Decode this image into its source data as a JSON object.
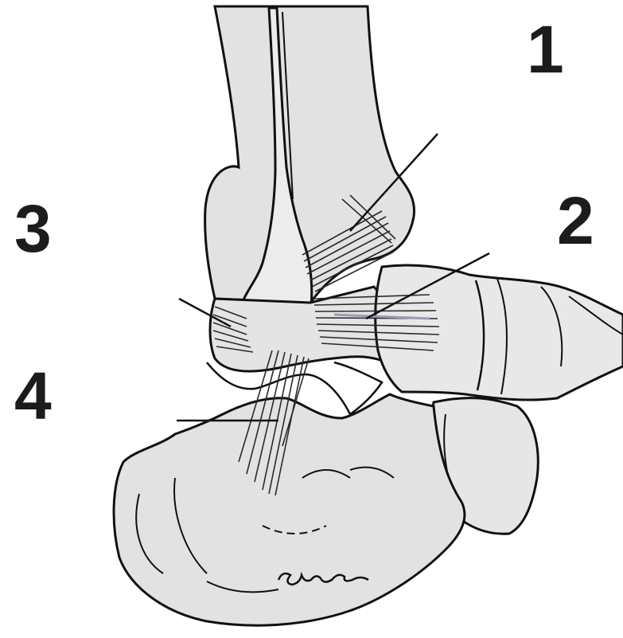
{
  "labels": [
    {
      "id": "1",
      "text": "1"
    },
    {
      "id": "2",
      "text": "2"
    },
    {
      "id": "3",
      "text": "3"
    },
    {
      "id": "4",
      "text": "4"
    }
  ],
  "colors": {
    "bone_fill": "#e2e2e2",
    "bone_light": "#ececec",
    "outline": "#111111",
    "ligament": "#2a2a2a",
    "ligament_tint": "#9a9ab8",
    "label": "#1c1c1c"
  }
}
